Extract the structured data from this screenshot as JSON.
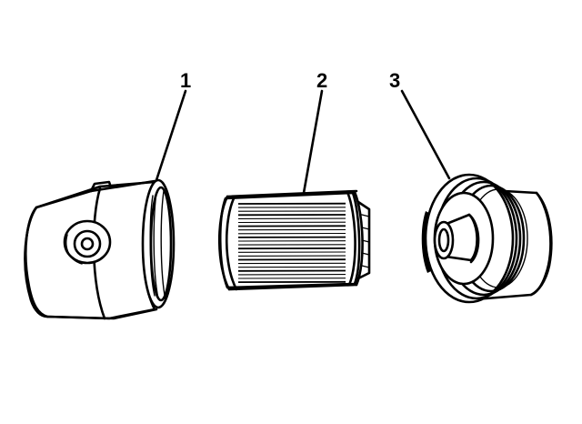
{
  "callouts": [
    {
      "id": "1",
      "label": "1"
    },
    {
      "id": "2",
      "label": "2"
    },
    {
      "id": "3",
      "label": "3"
    }
  ],
  "colors": {
    "background": "#ffffff",
    "line": "#000000"
  }
}
